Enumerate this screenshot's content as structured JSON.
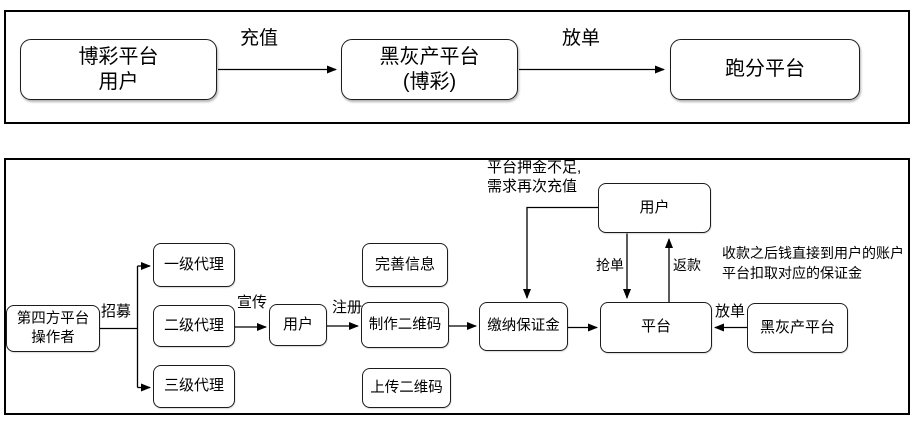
{
  "panel_top": {
    "boxes": [
      {
        "text": "博彩平台\n用户"
      },
      {
        "text": "黑灰产平台\n(博彩)"
      },
      {
        "text": "跑分平台"
      }
    ],
    "edge_labels": [
      {
        "text": "充值"
      },
      {
        "text": "放单"
      }
    ]
  },
  "panel_bottom": {
    "boxes": [
      {
        "text": "第四方平台\n操作者"
      },
      {
        "text": "一级代理"
      },
      {
        "text": "二级代理"
      },
      {
        "text": "三级代理"
      },
      {
        "text": "用户"
      },
      {
        "text": "制作二维码"
      },
      {
        "text": "完善信息"
      },
      {
        "text": "上传二维码"
      },
      {
        "text": "缴纳保证金"
      },
      {
        "text": "平台"
      },
      {
        "text": "黑灰产平台"
      },
      {
        "text": "用户"
      }
    ],
    "edge_labels": [
      {
        "text": "招募"
      },
      {
        "text": "宣传"
      },
      {
        "text": "注册"
      },
      {
        "text": "放单"
      },
      {
        "text": "抢单"
      },
      {
        "text": "返款"
      }
    ],
    "annotations": [
      {
        "text": "平台押金不足,\n需求再次充值"
      },
      {
        "text": "收款之后钱直接到用户的账户\n平台扣取对应的保证金"
      }
    ]
  },
  "colors": {
    "line": "#000000",
    "box_border": "#1c1c1c",
    "background": "#ffffff"
  }
}
